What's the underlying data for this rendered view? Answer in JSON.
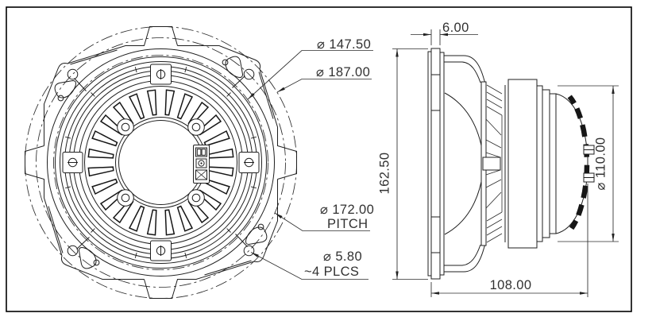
{
  "meta": {
    "drawing_type": "2-view loudspeaker driver engineering drawing",
    "line_color": "#1f1f1f",
    "background_color": "#ffffff",
    "border_color": "#000000"
  },
  "dims": {
    "d147": "⌀ 147.50",
    "d187": "⌀ 187.00",
    "d172": "⌀ 172.00",
    "d172_note": "PITCH",
    "d580": "⌀ 5.80",
    "d580_note": "~4 PLCS",
    "d600": "6.00",
    "d16250": "162.50",
    "d11000": "⌀ 110.00",
    "d10800": "108.00"
  }
}
